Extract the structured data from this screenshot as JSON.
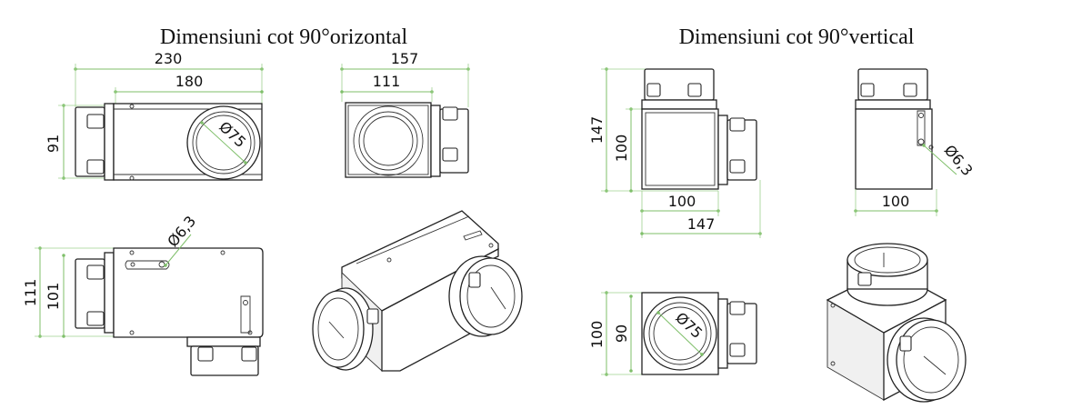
{
  "titles": {
    "horizontal": "Dimensiuni cot 90°orizontal",
    "vertical": "Dimensiuni cot 90°vertical"
  },
  "horizontal": {
    "front": {
      "width_total": "230",
      "width_body": "180",
      "height": "91",
      "diameter": "Ø75"
    },
    "side": {
      "width_total": "157",
      "width_body": "111"
    },
    "bottom": {
      "height_total": "111",
      "height_body": "101",
      "hole": "Ø6,3"
    }
  },
  "vertical": {
    "front": {
      "height_total": "147",
      "height_body": "100",
      "width_body": "100",
      "width_total": "147"
    },
    "side": {
      "width": "100",
      "hole": "Ø6,3"
    },
    "top": {
      "height_total": "100",
      "height_body": "90",
      "diameter": "Ø75"
    }
  },
  "colors": {
    "dimension_line": "#7fbf6a",
    "outline": "#222222",
    "marker": "#3aa335"
  }
}
